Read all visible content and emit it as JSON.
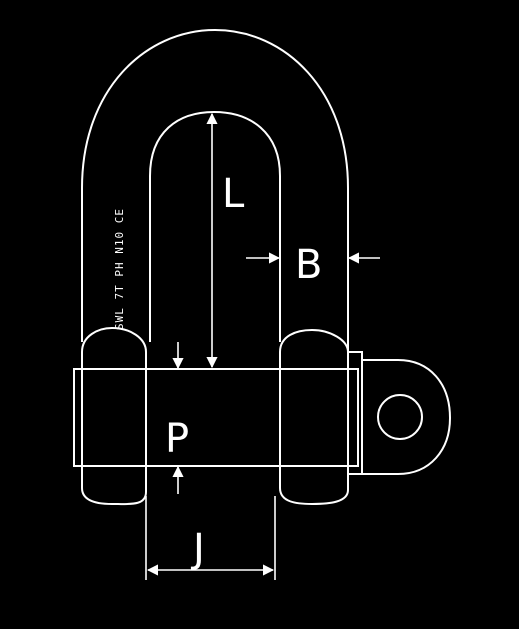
{
  "diagram": {
    "labels": {
      "L": "L",
      "B": "B",
      "P": "P",
      "J": "J"
    },
    "stamp_text": "SWL 7T PH N10 CE",
    "colors": {
      "background": "#000000",
      "line": "#ffffff"
    }
  }
}
